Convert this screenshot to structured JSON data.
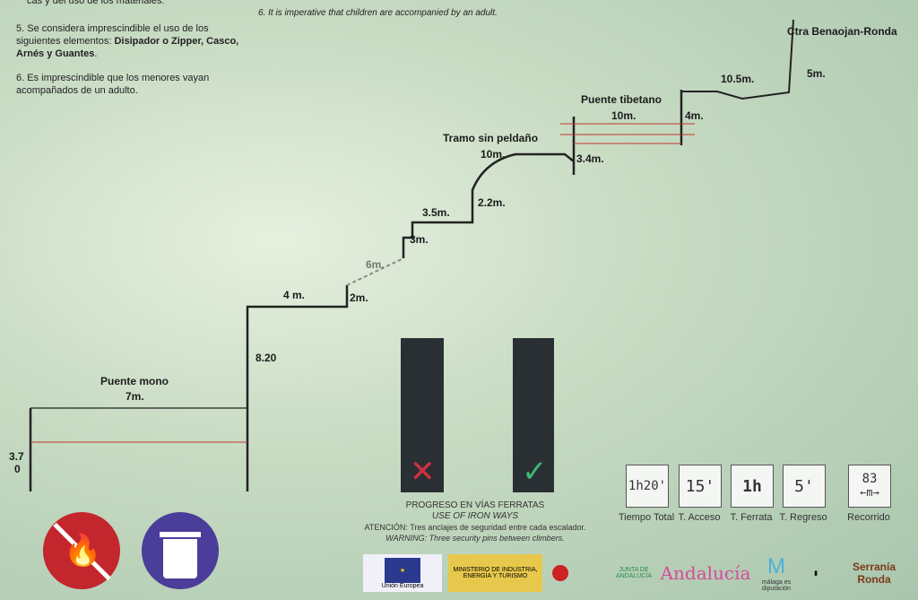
{
  "rules_es": {
    "line0": "cas y del uso de los materiales.",
    "item5_a": "5. Se considera imprescindible el uso de los siguientes elementos:",
    "item5_b": "Disipador o Zipper, Casco, Arnés y Guantes",
    "item6": "6. Es imprescindible que los menores vayan acompañados de un adulto."
  },
  "rules_en": {
    "item6": "6. It is imperative that children are accompanied by an adult."
  },
  "profile": {
    "start_height": "3.7",
    "start_zero": "0",
    "puente_mono": "Puente mono",
    "pm_len": "7m.",
    "h820": "8.20",
    "s4": "4 m.",
    "s2": "2m.",
    "s6": "6m.",
    "s3": "3m.",
    "s35": "3.5m.",
    "s22": "2.2m.",
    "tramo": "Tramo sin peldaño",
    "t10": "10m.",
    "s34": "3.4m.",
    "tibetano": "Puente tibetano",
    "tib10": "10m.",
    "s4b": "4m.",
    "s105": "10.5m.",
    "s5": "5m.",
    "end": "Ctra Benaojan-Ronda"
  },
  "iron_ways": {
    "title": "PROGRESO EN VÍAS FERRATAS",
    "title_en": "USE OF IRON WAYS",
    "atencion": "ATENCIÓN: Tres anclajes de seguridad entre cada escalador.",
    "warning": "WARNING: Three security pins between climbers."
  },
  "stats": [
    {
      "value": "1h20'",
      "label": "Tiempo Total"
    },
    {
      "value": "15'",
      "label": "T. Acceso"
    },
    {
      "value": "1h",
      "label": "T. Ferrata"
    },
    {
      "value": "5'",
      "label": "T. Regreso"
    },
    {
      "value": "83",
      "unit": "m",
      "label": "Recorrido"
    }
  ],
  "logos": {
    "eu": "Unión Europea",
    "ministerio": "MINISTERIO DE INDUSTRIA, ENERGÍA Y TURISMO",
    "junta": "JUNTA DE ANDALUCÍA",
    "andalucia": "Andalucía",
    "malaga": "málaga es diputación",
    "serrania": "Serranía Ronda"
  },
  "colors": {
    "no_fire": "#c4262e",
    "trash": "#4a3e9a"
  }
}
